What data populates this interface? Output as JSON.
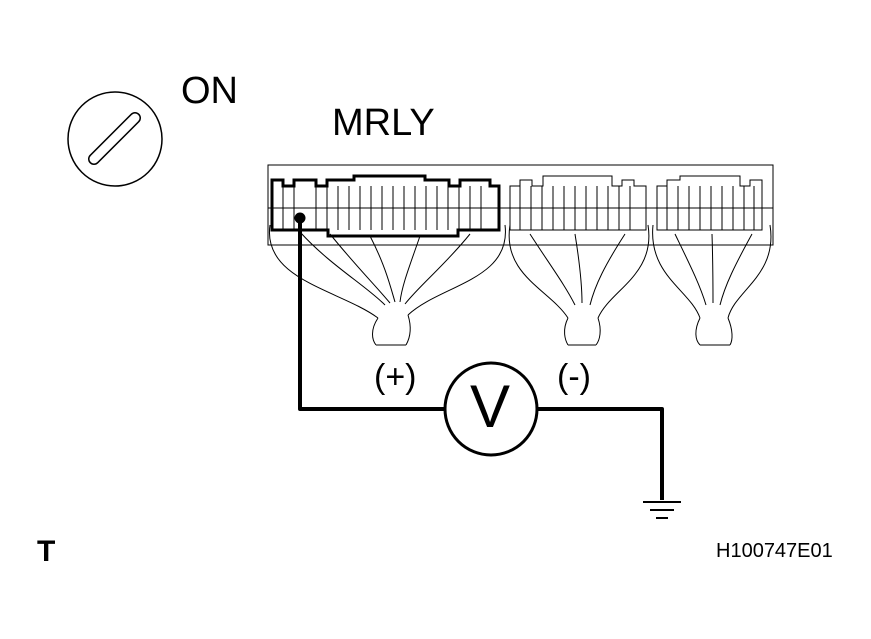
{
  "labels": {
    "ignition": "ON",
    "connector": "MRLY",
    "positive": "(+)",
    "negative": "(-)",
    "meter": "V",
    "corner_mark": "T",
    "figure_code": "H100747E01"
  },
  "icons": {
    "ignition": "ignition-key-icon",
    "meter": "voltmeter-icon",
    "ground": "ground-icon"
  },
  "colors": {
    "stroke": "#000000",
    "background": "#ffffff"
  }
}
